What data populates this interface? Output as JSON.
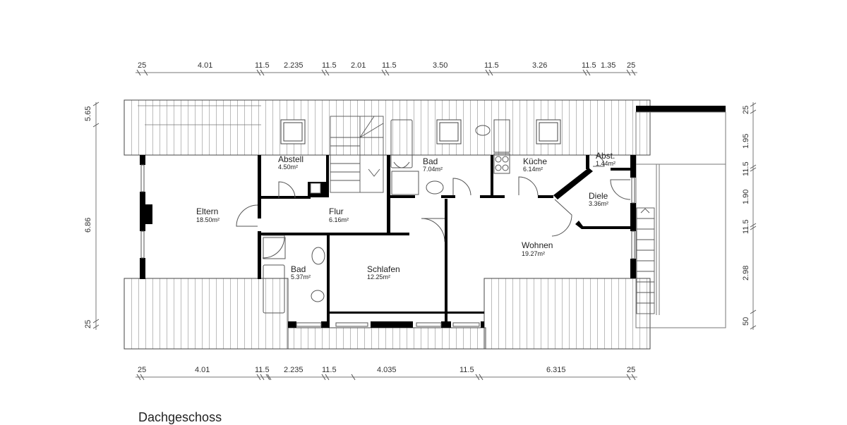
{
  "title": "Dachgeschoss",
  "dimensions": {
    "top": [
      "25",
      "4.01",
      "11.5",
      "2.235",
      "11.5",
      "2.01",
      "11.5",
      "3.50",
      "11.5",
      "3.26",
      "11.5",
      "1.35",
      "25"
    ],
    "bottom": [
      "25",
      "4.01",
      "11.5",
      "2.235",
      "11.5",
      "4.035",
      "11.5",
      "6.315",
      "25"
    ],
    "left": [
      "5.65",
      "6.86",
      "25"
    ],
    "right": [
      "25",
      "1.95",
      "11.5",
      "1.90",
      "11.5",
      "2.98",
      "50"
    ]
  },
  "rooms": [
    {
      "name": "Eltern",
      "area": "18.50m²"
    },
    {
      "name": "Abstell",
      "area": "4.50m²"
    },
    {
      "name": "Flur",
      "area": "6.16m²"
    },
    {
      "name": "Bad",
      "area": "7.04m²"
    },
    {
      "name": "Küche",
      "area": "6.14m²"
    },
    {
      "name": "Abst.",
      "area": "1.44m²"
    },
    {
      "name": "Diele",
      "area": "3.36m²"
    },
    {
      "name": "Wohnen",
      "area": "19.27m²"
    },
    {
      "name": "Bad",
      "area": "5.37m²"
    },
    {
      "name": "Schlafen",
      "area": "12.25m²"
    }
  ],
  "colors": {
    "wall": "#000000",
    "line": "#555555",
    "dim": "#666666"
  }
}
